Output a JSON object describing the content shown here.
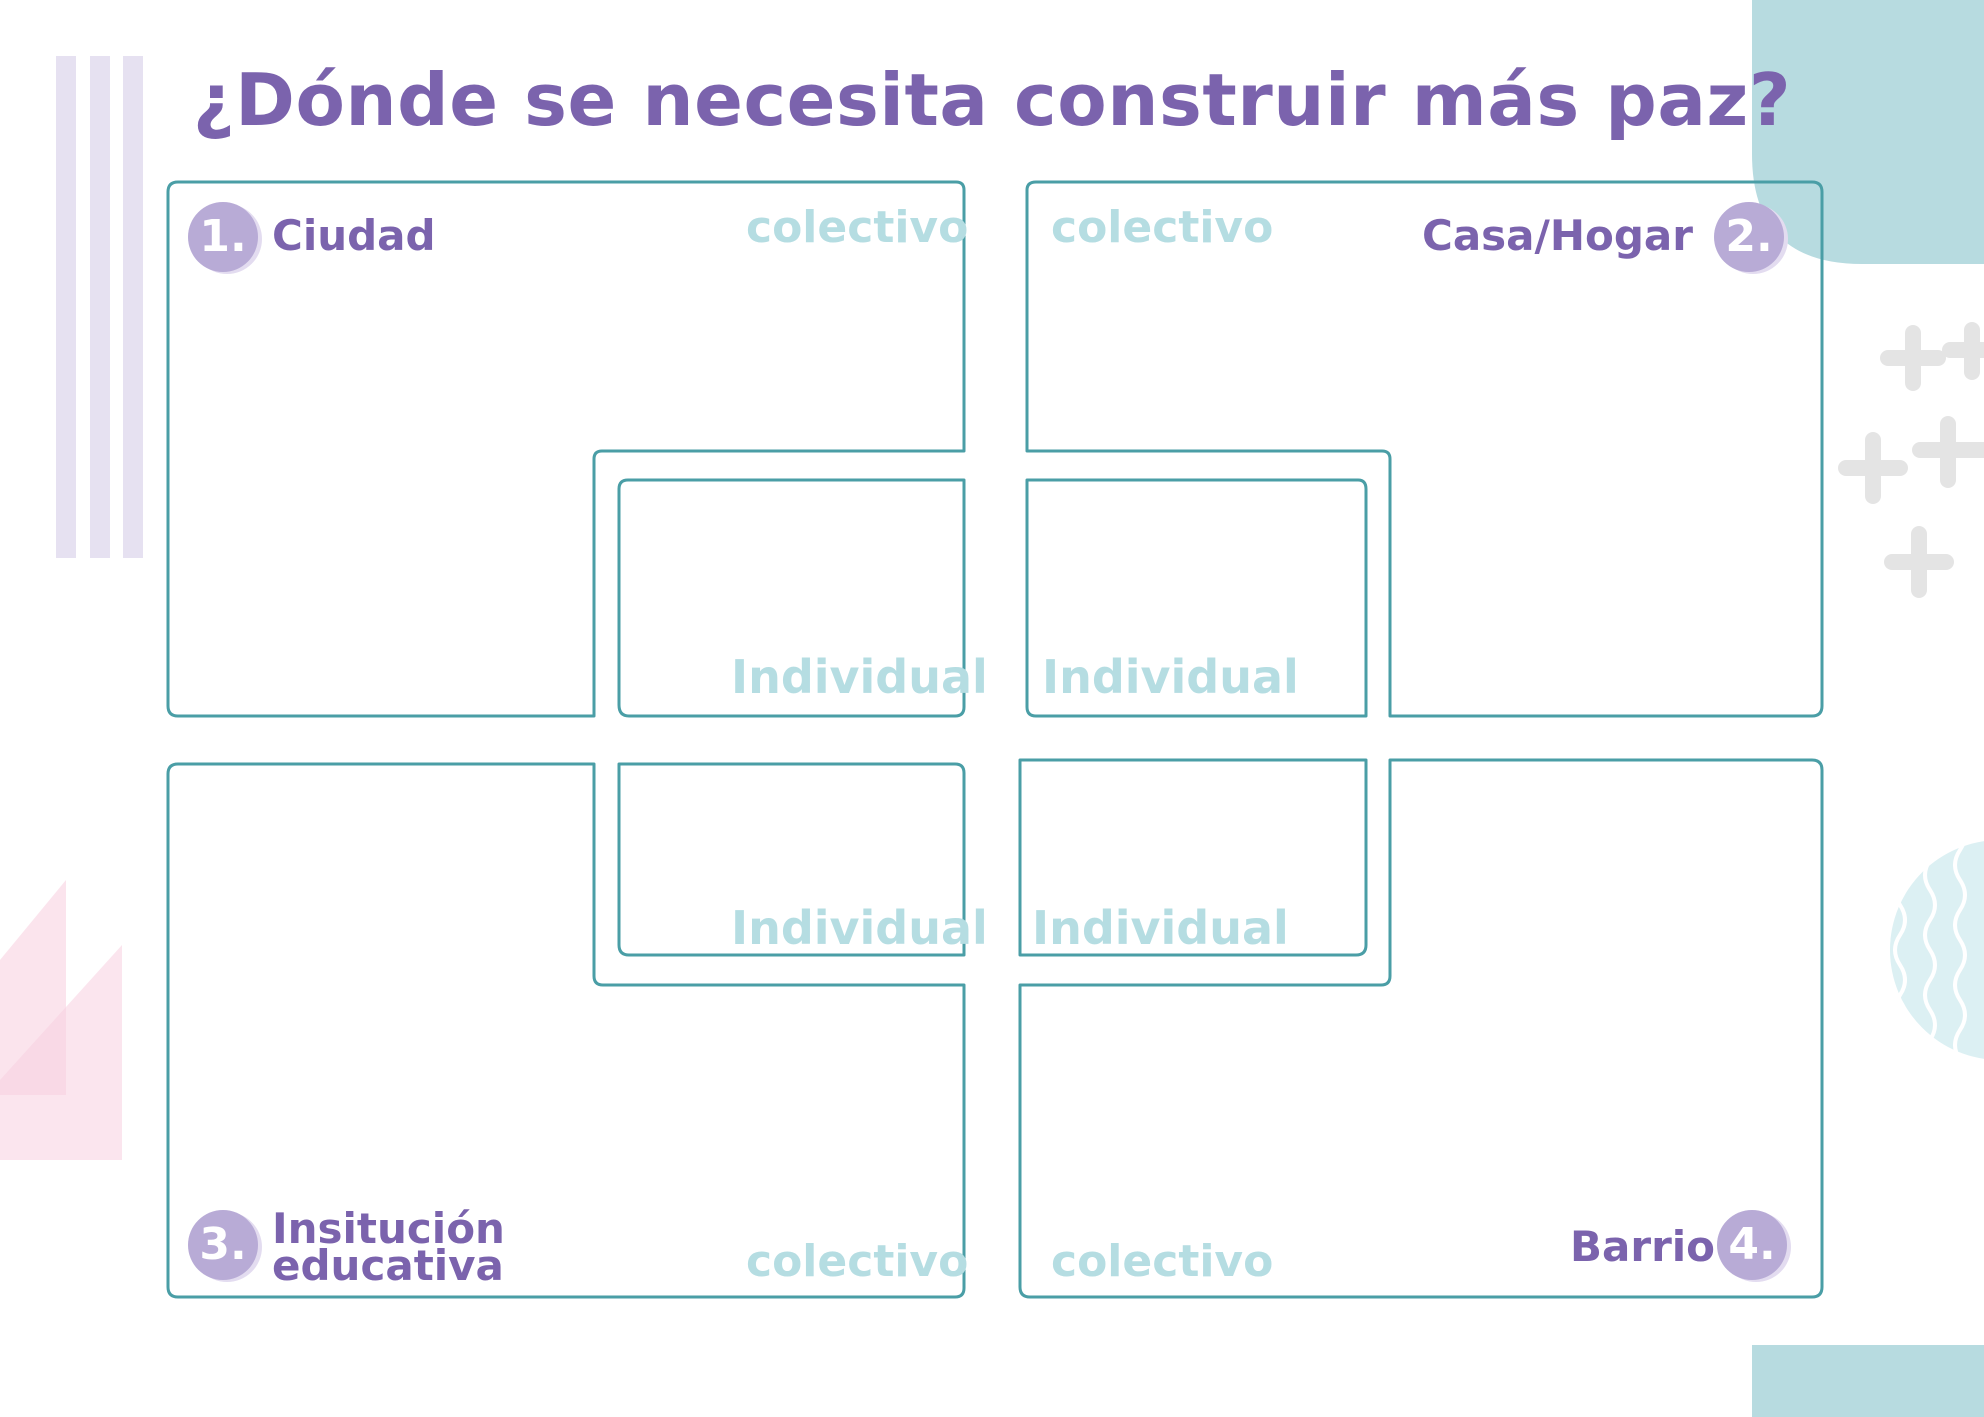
{
  "title": "¿Dónde se necesita construir más paz?",
  "quadrants": [
    {
      "number": "1.",
      "name": "Ciudad",
      "collective_label": "colectivo",
      "individual_label": "Individual"
    },
    {
      "number": "2.",
      "name": "Casa/Hogar",
      "collective_label": "colectivo",
      "individual_label": "Individual"
    },
    {
      "number": "3.",
      "name_line1": "Insitución",
      "name_line2": "educativa",
      "collective_label": "colectivo",
      "individual_label": "Individual"
    },
    {
      "number": "4.",
      "name": "Barrio",
      "collective_label": "colectivo",
      "individual_label": "Individual"
    }
  ],
  "colors": {
    "title": "#7b63ad",
    "frame": "#4a9ea6",
    "faded_label": "#b5dde2",
    "badge": "#b8abd6",
    "teal_decor": "#b7dbe0",
    "lavender_decor": "#e6e1f1",
    "pink_decor": "#f7cfe0"
  }
}
